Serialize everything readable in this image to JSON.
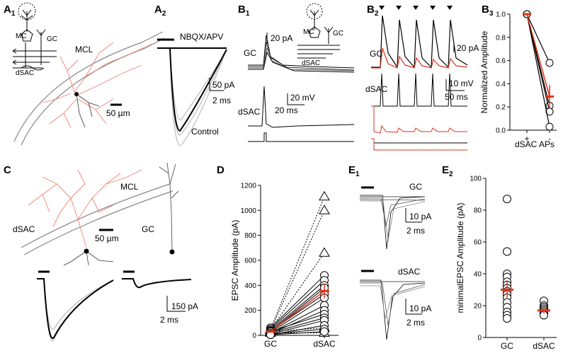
{
  "panels": {
    "A1": {
      "letter": "A",
      "sub": "1",
      "mcl": "MCL",
      "scale": "50 µm",
      "mc": "MC",
      "gc": "GC",
      "dsac": "dSAC"
    },
    "A2": {
      "letter": "A",
      "sub": "2",
      "drug": "NBQX/APV",
      "scale_y": "50 pA",
      "scale_x": "2 ms",
      "control": "Control"
    },
    "B1": {
      "letter": "B",
      "sub": "1",
      "gc": "GC",
      "gc_scale": "20 pA",
      "dsac": "dSAC",
      "v_scale": "20 mV",
      "t_scale": "20 ms",
      "mc": "MC",
      "gc_sch": "GC",
      "dsac_sch": "dSAC"
    },
    "B2": {
      "letter": "B",
      "sub": "2",
      "gc": "GC",
      "gc_scale": "20 pA",
      "dsac": "dSAC",
      "v_scale": "10 mV",
      "t_scale": "50 ms"
    },
    "B3": {
      "letter": "B",
      "sub": "3"
    },
    "C": {
      "letter": "C",
      "mcl": "MCL",
      "dsac": "dSAC",
      "gc": "GC",
      "scale": "50 µm",
      "i_scale": "150 pA",
      "t_scale": "2 ms"
    },
    "D": {
      "letter": "D"
    },
    "E1": {
      "letter": "E",
      "sub": "1",
      "gc": "GC",
      "dsac": "dSAC",
      "scale_y1": "10 pA",
      "scale_x1": "2 ms",
      "scale_y2": "10 pA",
      "scale_x2": "2 ms"
    },
    "E2": {
      "letter": "E",
      "sub": "2"
    }
  },
  "colors": {
    "trace": "#000000",
    "gray": "#9a9a9a",
    "red": "#e0321c",
    "dendrite": "#f08070"
  },
  "chart_data": [
    {
      "type": "scatter",
      "panel": "B3",
      "ylabel": "Normalized Amplitude",
      "xlabel": "dSAC APs",
      "categories": [
        "+",
        "-"
      ],
      "ylim": [
        0,
        1.0
      ],
      "yticks": [
        0.0,
        0.2,
        0.4,
        0.6,
        0.8,
        1.0
      ],
      "pairs": [
        [
          1.0,
          0.58
        ],
        [
          1.0,
          0.21
        ],
        [
          1.0,
          0.16
        ],
        [
          1.0,
          0.03
        ]
      ],
      "mean": [
        1.0,
        0.29
      ],
      "sem": [
        0.0,
        0.1
      ]
    },
    {
      "type": "scatter",
      "panel": "D",
      "ylabel": "EPSC Amplitude (pA)",
      "categories": [
        "GC",
        "dSAC"
      ],
      "ylim": [
        0,
        1200
      ],
      "yticks": [
        0,
        200,
        400,
        600,
        800,
        1000,
        1200
      ],
      "pairs_triangle": [
        [
          50,
          1110
        ],
        [
          40,
          1000
        ],
        [
          45,
          660
        ],
        [
          30,
          60
        ],
        [
          20,
          20
        ]
      ],
      "pairs_circle": [
        [
          60,
          480
        ],
        [
          50,
          440
        ],
        [
          40,
          400
        ],
        [
          30,
          380
        ],
        [
          35,
          330
        ],
        [
          25,
          300
        ],
        [
          20,
          240
        ],
        [
          15,
          200
        ],
        [
          30,
          170
        ],
        [
          20,
          140
        ],
        [
          10,
          120
        ],
        [
          5,
          80
        ],
        [
          10,
          50
        ],
        [
          5,
          30
        ]
      ],
      "mean": [
        30,
        355
      ],
      "sem": [
        8,
        60
      ]
    },
    {
      "type": "scatter",
      "panel": "E2",
      "ylabel": "minimalEPSC Amplitude (pA)",
      "categories": [
        "GC",
        "dSAC"
      ],
      "ylim": [
        0,
        100
      ],
      "yticks": [
        0,
        20,
        40,
        60,
        80,
        100
      ],
      "GC": [
        87,
        54,
        40,
        38,
        35,
        33,
        31,
        29,
        27,
        25,
        22,
        19,
        16,
        14,
        12
      ],
      "dSAC": [
        23,
        20,
        19,
        18,
        17,
        16,
        15,
        14
      ],
      "mean": [
        30,
        17
      ],
      "sem": [
        5,
        2
      ]
    }
  ]
}
